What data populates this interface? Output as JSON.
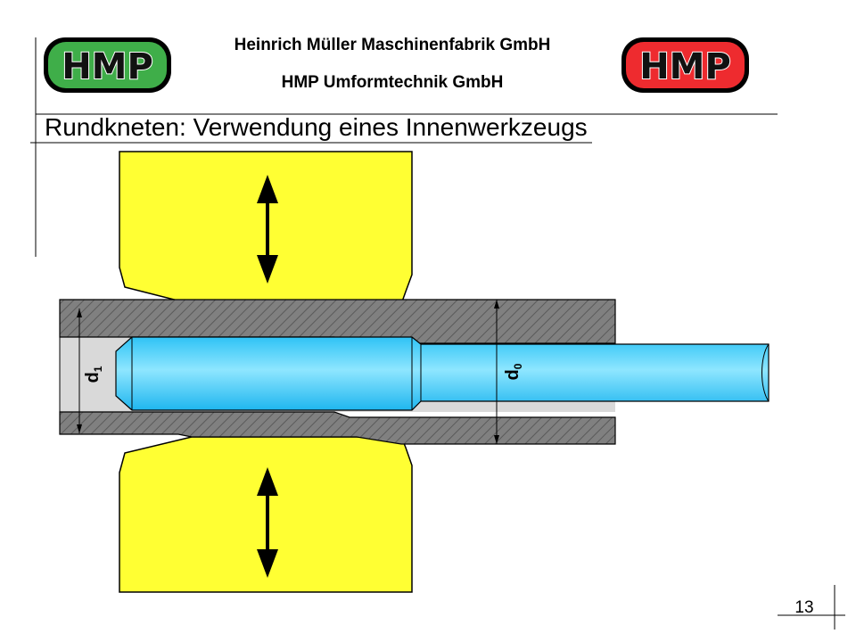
{
  "header": {
    "company_line_1": "Heinrich Müller Maschinenfabrik GmbH",
    "company_line_2": "HMP Umformtechnik GmbH",
    "logo_left": {
      "text": "HMP",
      "color": "#3fae49"
    },
    "logo_right": {
      "text": "HMP",
      "color": "#ee2b2f"
    }
  },
  "slide": {
    "title": "Rundkneten: Verwendung eines Innenwerkzeugs",
    "page_number": "13"
  },
  "diagram": {
    "labels": {
      "d1": "d",
      "d1_sub": "1",
      "d0": "d",
      "d0_sub": "0"
    },
    "colors": {
      "die": "#ffff33",
      "tube_wall": "#808080",
      "inner_tool": "#33ccff",
      "bore": "#d9d9d9"
    }
  }
}
